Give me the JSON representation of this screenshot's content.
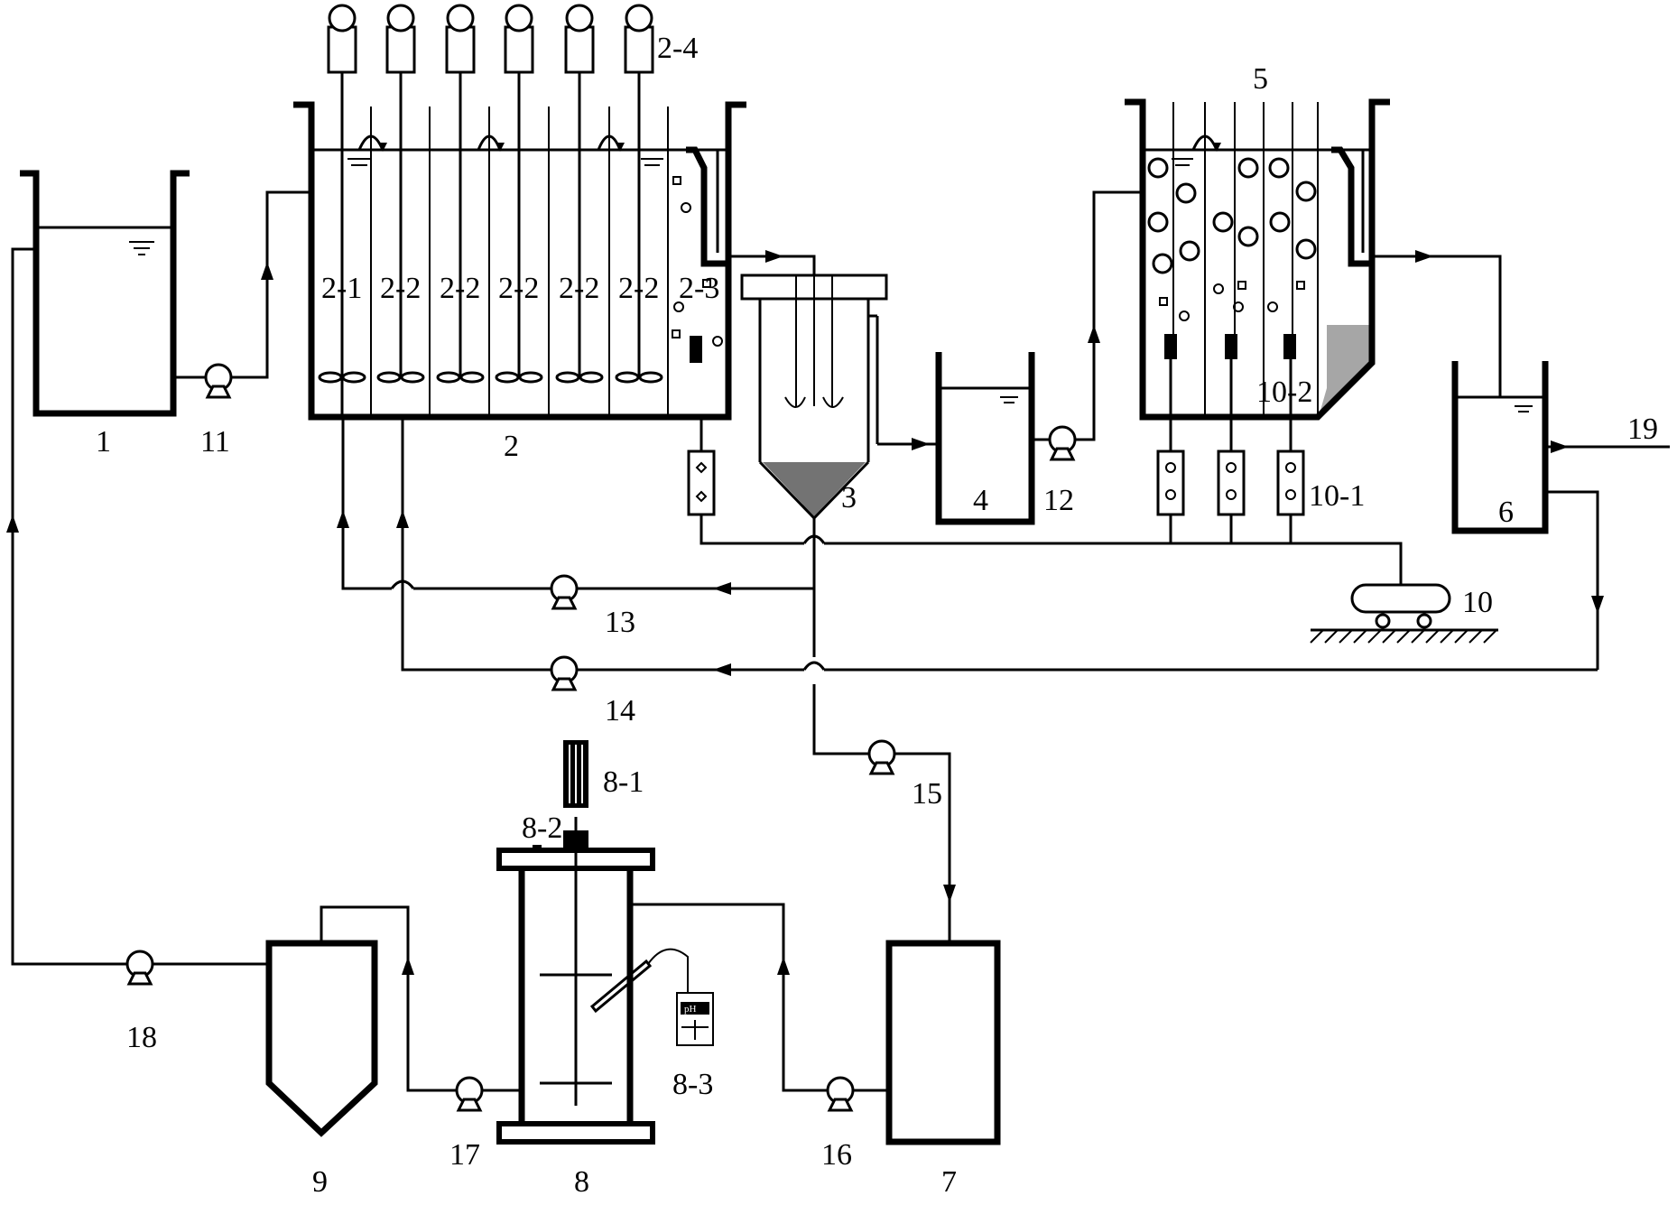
{
  "colors": {
    "line": "#000000",
    "background": "#ffffff"
  },
  "labels": {
    "l1": "1",
    "l2": "2",
    "l3": "3",
    "l4": "4",
    "l5": "5",
    "l6": "6",
    "l7": "7",
    "l8": "8",
    "l9": "9",
    "l10": "10",
    "l11": "11",
    "l12": "12",
    "l13": "13",
    "l14": "14",
    "l15": "15",
    "l16": "16",
    "l17": "17",
    "l18": "18",
    "l19": "19",
    "l2_1": "2-1",
    "l2_2": "2-2",
    "l2_3": "2-3",
    "l2_4": "2-4",
    "l8_1": "8-1",
    "l8_2": "8-2",
    "l8_3": "8-3",
    "l10_1": "10-1",
    "l10_2": "10-2",
    "ph": "pH"
  }
}
